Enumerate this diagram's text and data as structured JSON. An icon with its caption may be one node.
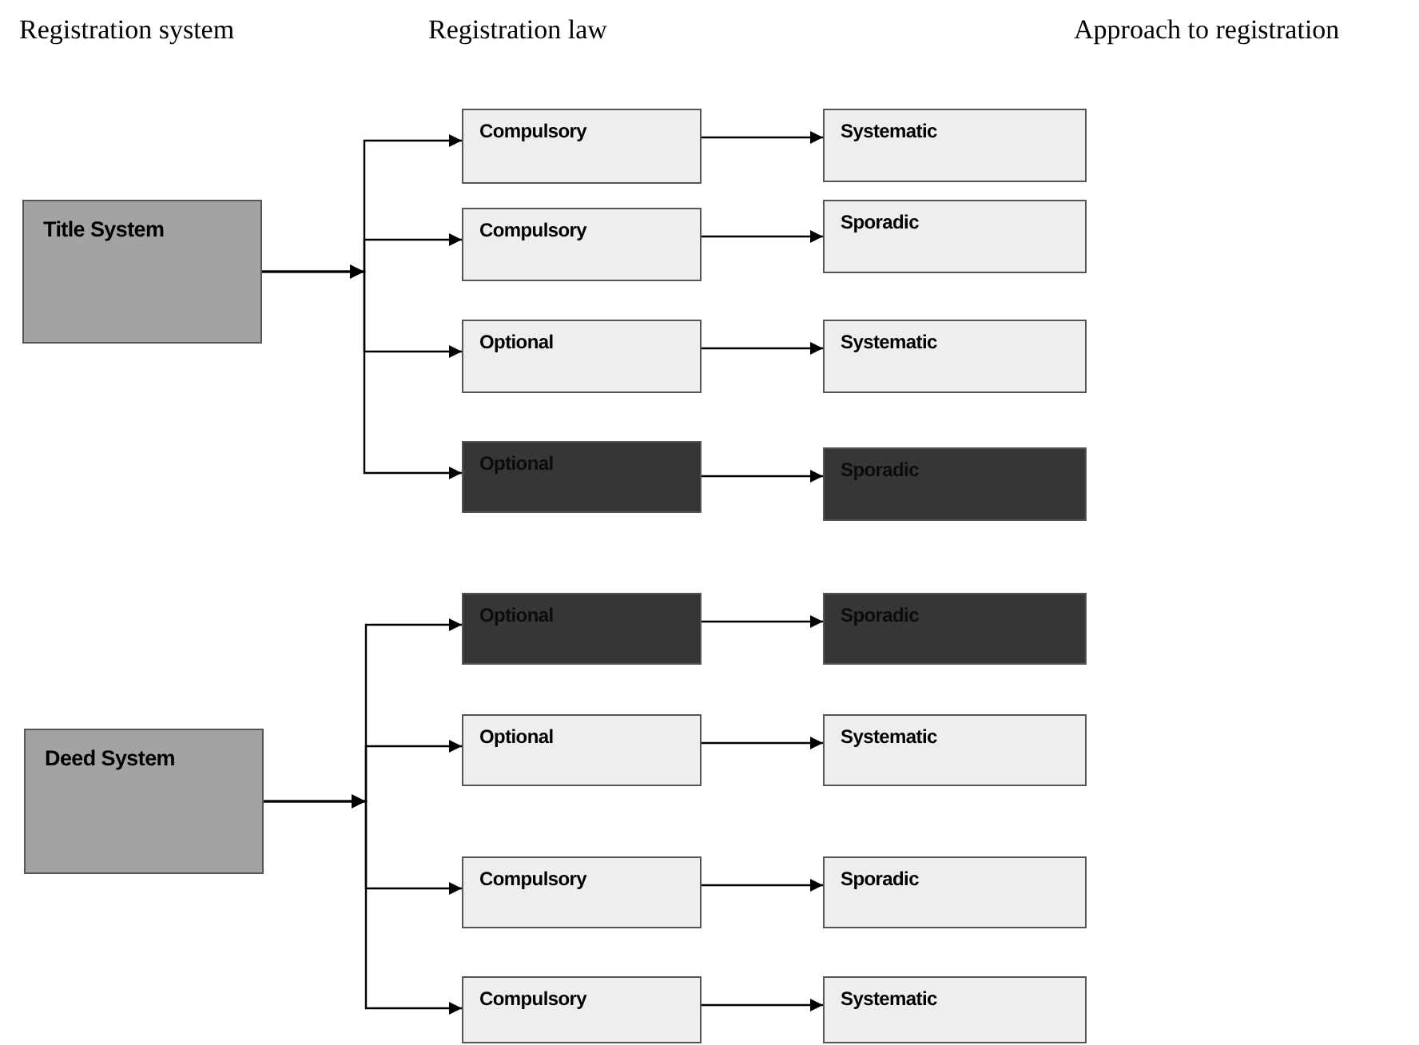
{
  "diagram": {
    "nodes": [
      {
        "text": [
          "Title System"
        ]
      },
      {
        "text": [
          "Compulsory"
        ]
      },
      {
        "text": [
          "Systematic"
        ]
      },
      {
        "text": [
          "Compulsory"
        ]
      },
      {
        "text": [
          "Sporadic"
        ]
      },
      {
        "text": [
          "Optional"
        ]
      },
      {
        "text": [
          "Systematic"
        ]
      },
      {
        "text": [
          "Optional"
        ]
      },
      {
        "text": [
          "Sporadic"
        ]
      },
      {
        "text": [
          "Deed System"
        ]
      },
      {
        "text": [
          "Optional"
        ]
      },
      {
        "text": [
          "Sporadic"
        ]
      },
      {
        "text": [
          "Optional"
        ]
      },
      {
        "text": [
          "Systematic"
        ]
      },
      {
        "text": [
          "Compulsory"
        ]
      },
      {
        "text": [
          "Sporadic"
        ]
      },
      {
        "text": [
          "Compulsory"
        ]
      },
      {
        "text": [
          "Systematic"
        ]
      }
    ],
    "edges": [
      {
        "from": 0,
        "to": 1,
        "arrow": "to"
      },
      {
        "from": 0,
        "to": 3,
        "arrow": "to"
      },
      {
        "from": 0,
        "to": 5,
        "arrow": "to"
      },
      {
        "from": 0,
        "to": 7,
        "arrow": "to"
      },
      {
        "from": 1,
        "to": 2,
        "arrow": "to"
      },
      {
        "from": 3,
        "to": 4,
        "arrow": "to"
      },
      {
        "from": 5,
        "to": 6,
        "arrow": "to"
      },
      {
        "from": 7,
        "to": 8,
        "arrow": "to"
      },
      {
        "from": 9,
        "to": 10,
        "arrow": "to"
      },
      {
        "from": 9,
        "to": 12,
        "arrow": "to"
      },
      {
        "from": 9,
        "to": 14,
        "arrow": "to"
      },
      {
        "from": 9,
        "to": 16,
        "arrow": "to"
      },
      {
        "from": 10,
        "to": 11,
        "arrow": "to"
      },
      {
        "from": 12,
        "to": 13,
        "arrow": "to"
      },
      {
        "from": 14,
        "to": 15,
        "arrow": "to"
      },
      {
        "from": 16,
        "to": 17,
        "arrow": "to"
      }
    ],
    "labels": [
      "Registration system",
      "Registration law",
      "Approach to registration"
    ]
  }
}
